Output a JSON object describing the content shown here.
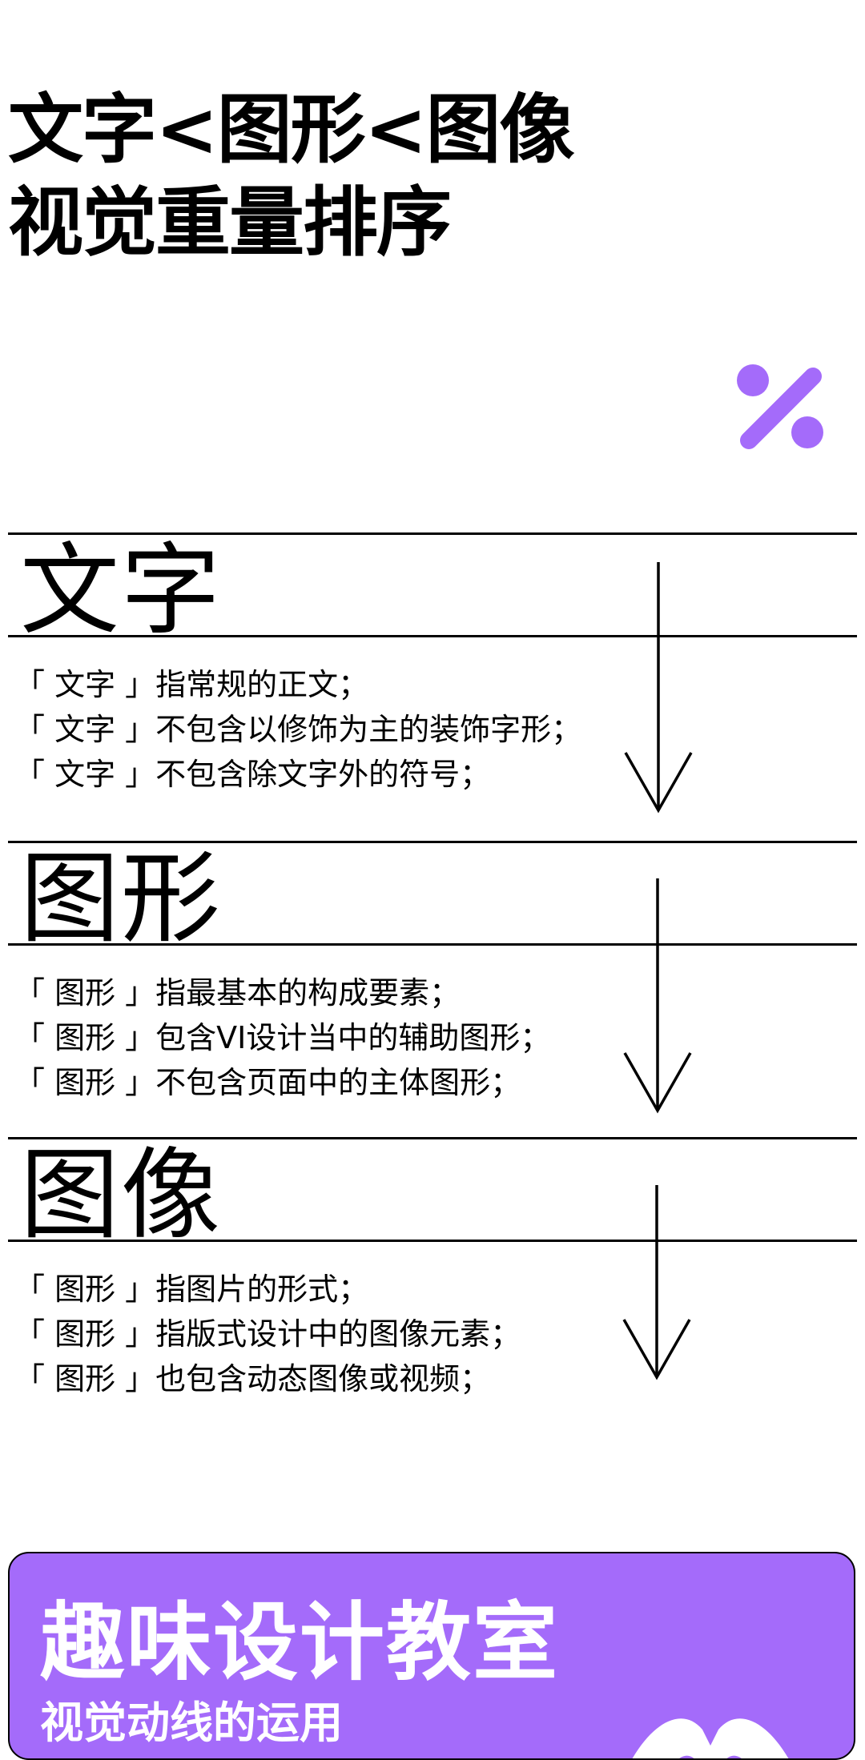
{
  "title": {
    "line1": "文字<图形<图像",
    "line2": "视觉重量排序"
  },
  "accent_color": "#a46bfa",
  "icons": {
    "percent": "percent-icon",
    "arrow": "arrow-down-icon",
    "logo": "logo-mark"
  },
  "sections": [
    {
      "title": "文字",
      "lines": [
        "「 文字 」指常规的正文；",
        "「 文字 」不包含以修饰为主的装饰字形；",
        "「 文字 」不包含除文字外的符号；"
      ]
    },
    {
      "title": "图形",
      "lines": [
        "「 图形 」指最基本的构成要素；",
        "「 图形 」包含VI设计当中的辅助图形；",
        "「 图形 」不包含页面中的主体图形；"
      ]
    },
    {
      "title": "图像",
      "lines": [
        "「 图形 」指图片的形式；",
        "「 图形 」指版式设计中的图像元素；",
        "「 图形 」也包含动态图像或视频；"
      ]
    }
  ],
  "card": {
    "title": "趣味设计教室",
    "subtitle": "视觉动线的运用"
  }
}
